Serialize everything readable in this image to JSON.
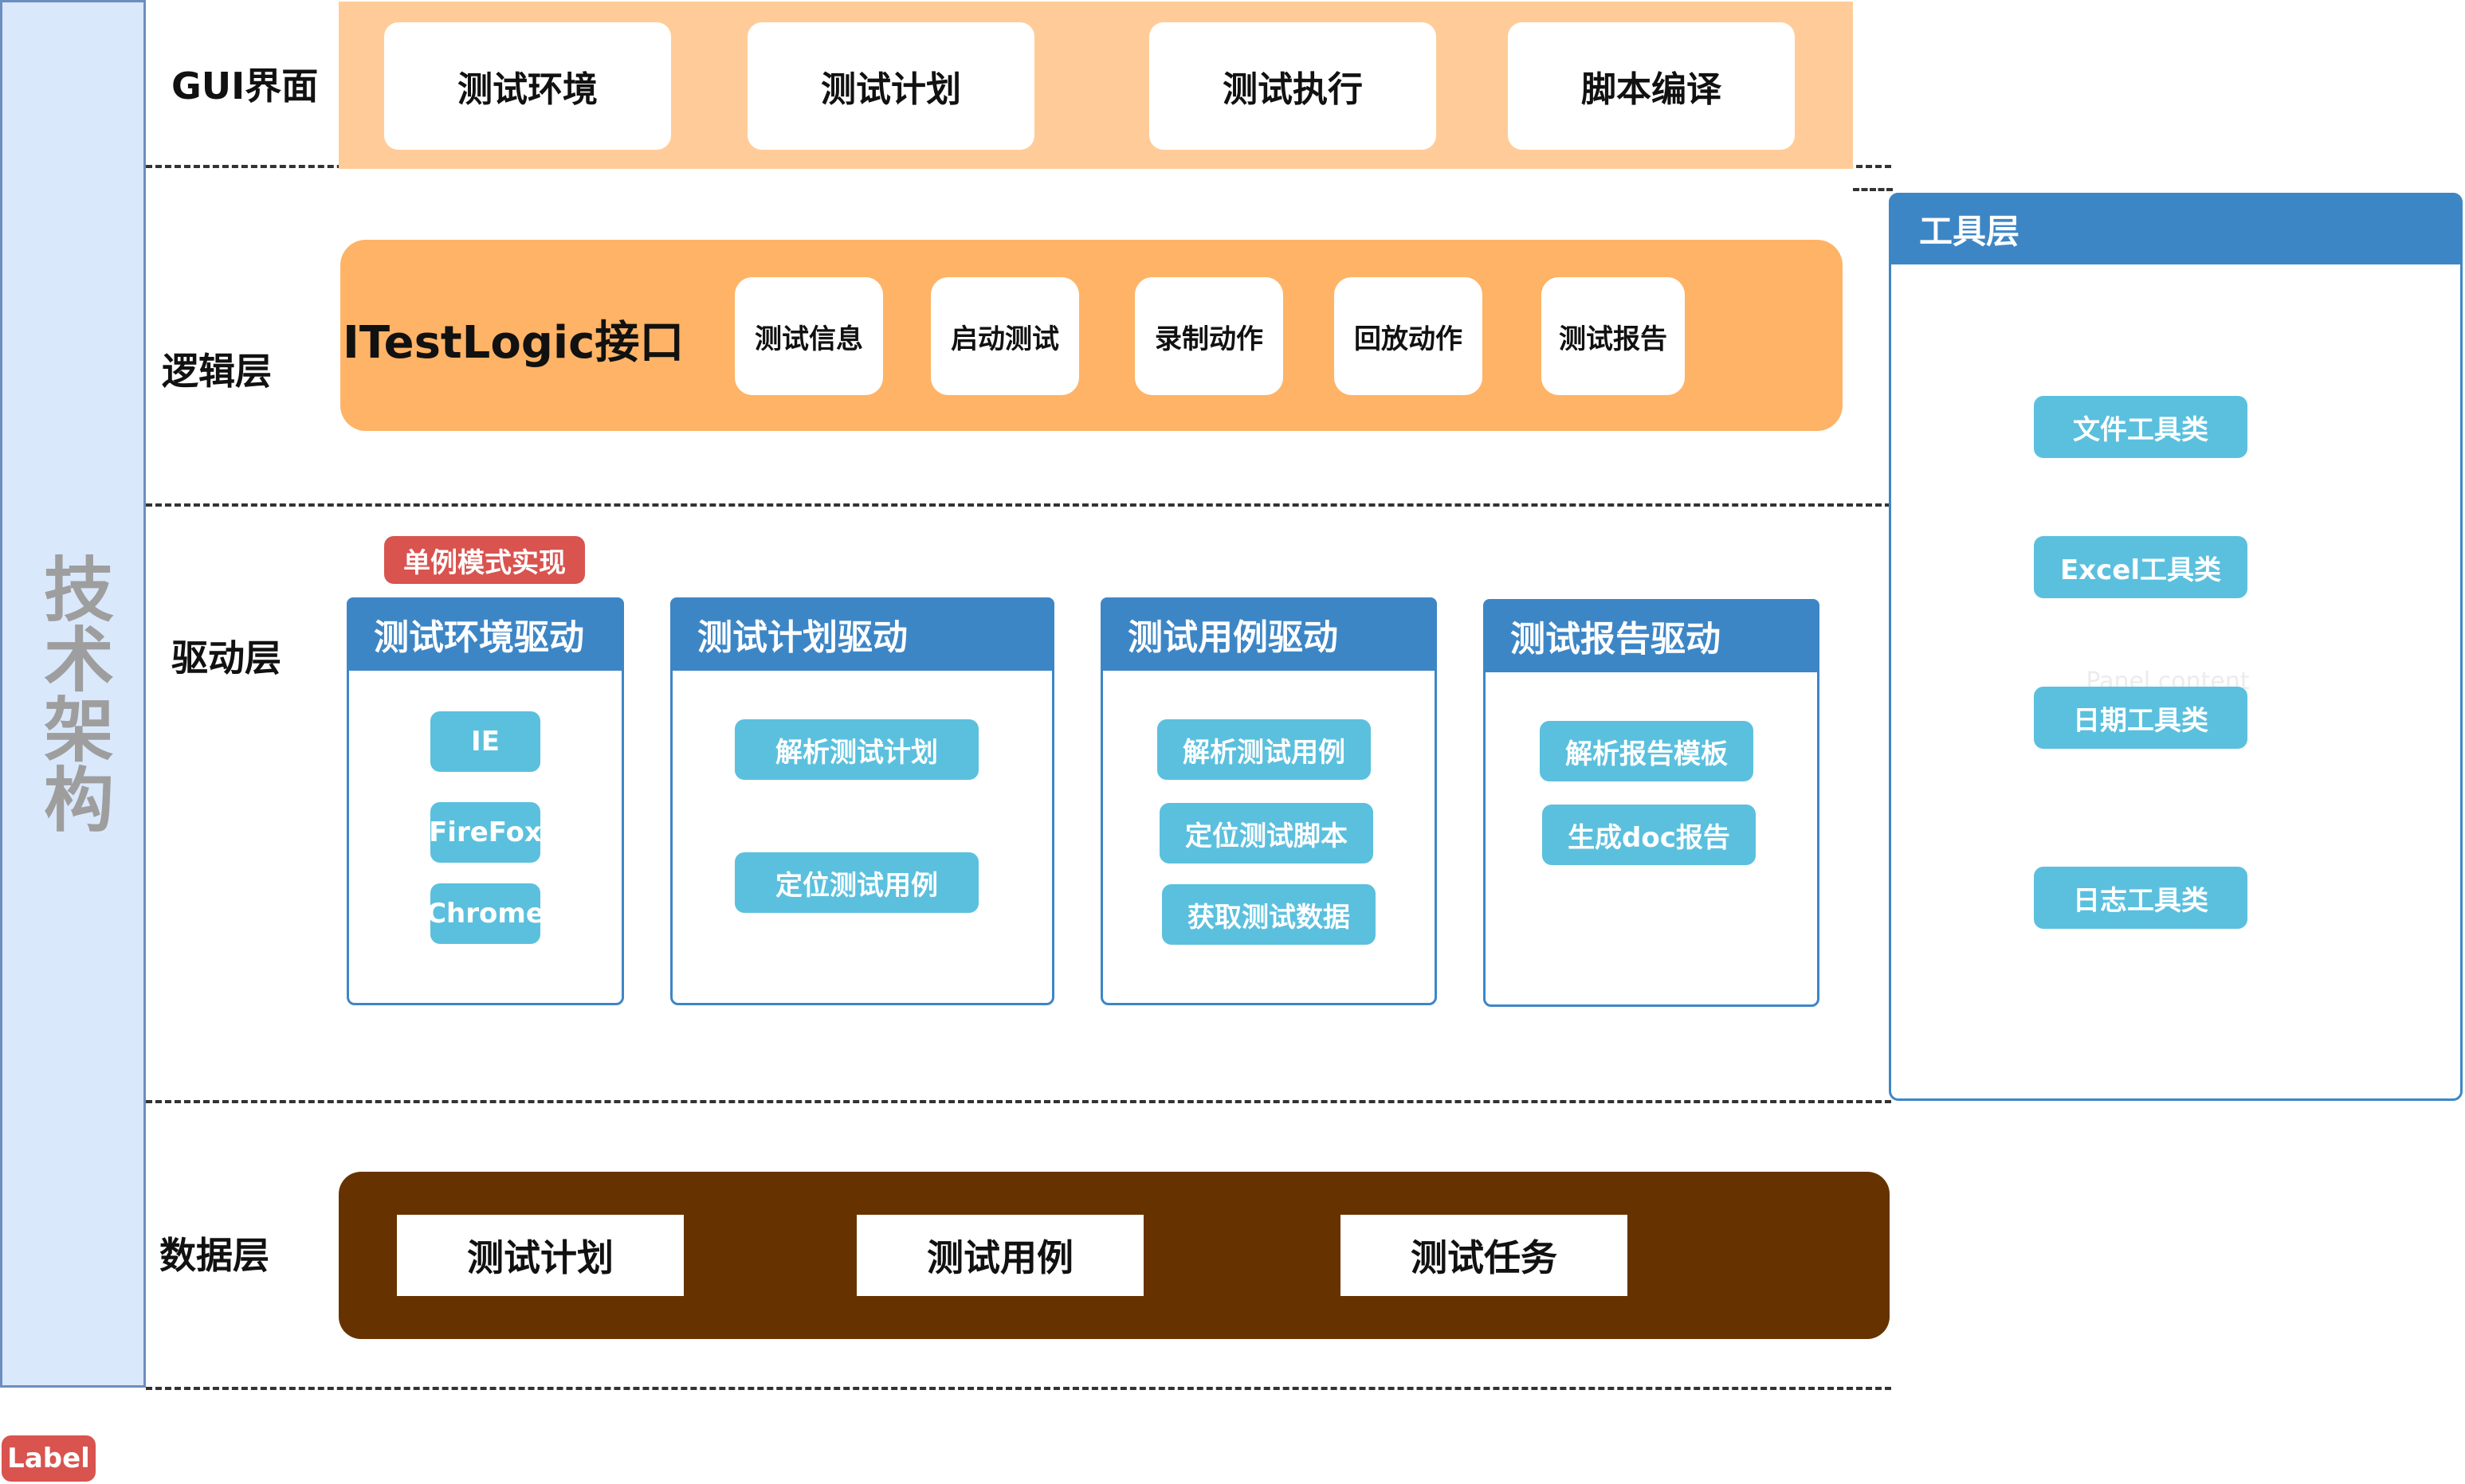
{
  "sidebar": {
    "title": "技术架构"
  },
  "layers": {
    "gui": "GUI界面",
    "logic": "逻辑层",
    "driver": "驱动层",
    "data": "数据层"
  },
  "gui": {
    "items": [
      "测试环境",
      "测试计划",
      "测试执行",
      "脚本编译"
    ]
  },
  "logic": {
    "title": "ITestLogic接口",
    "items": [
      "测试信息",
      "启动测试",
      "录制动作",
      "回放动作",
      "测试报告"
    ]
  },
  "driver": {
    "badge": "单例模式实现",
    "panels": [
      {
        "title": "测试环境驱动",
        "items": [
          "IE",
          "FireFox",
          "Chrome"
        ]
      },
      {
        "title": "测试计划驱动",
        "items": [
          "解析测试计划",
          "定位测试用例"
        ]
      },
      {
        "title": "测试用例驱动",
        "items": [
          "解析测试用例",
          "定位测试脚本",
          "获取测试数据"
        ]
      },
      {
        "title": "测试报告驱动",
        "items": [
          "解析报告模板",
          "生成doc报告"
        ]
      }
    ]
  },
  "tools": {
    "title": "工具层",
    "placeholder": "Panel content",
    "items": [
      "文件工具类",
      "Excel工具类",
      "日期工具类",
      "日志工具类"
    ]
  },
  "data": {
    "items": [
      "测试计划",
      "测试用例",
      "测试任务"
    ]
  },
  "footer_label": "Label",
  "colors": {
    "sidebar_bg": "#dae8fc",
    "gui_band": "#ffcc99",
    "logic_band": "#ffb366",
    "panel_blue": "#3d86c6",
    "pill": "#5bc0de",
    "badge": "#d9534f",
    "data_band": "#663300"
  }
}
